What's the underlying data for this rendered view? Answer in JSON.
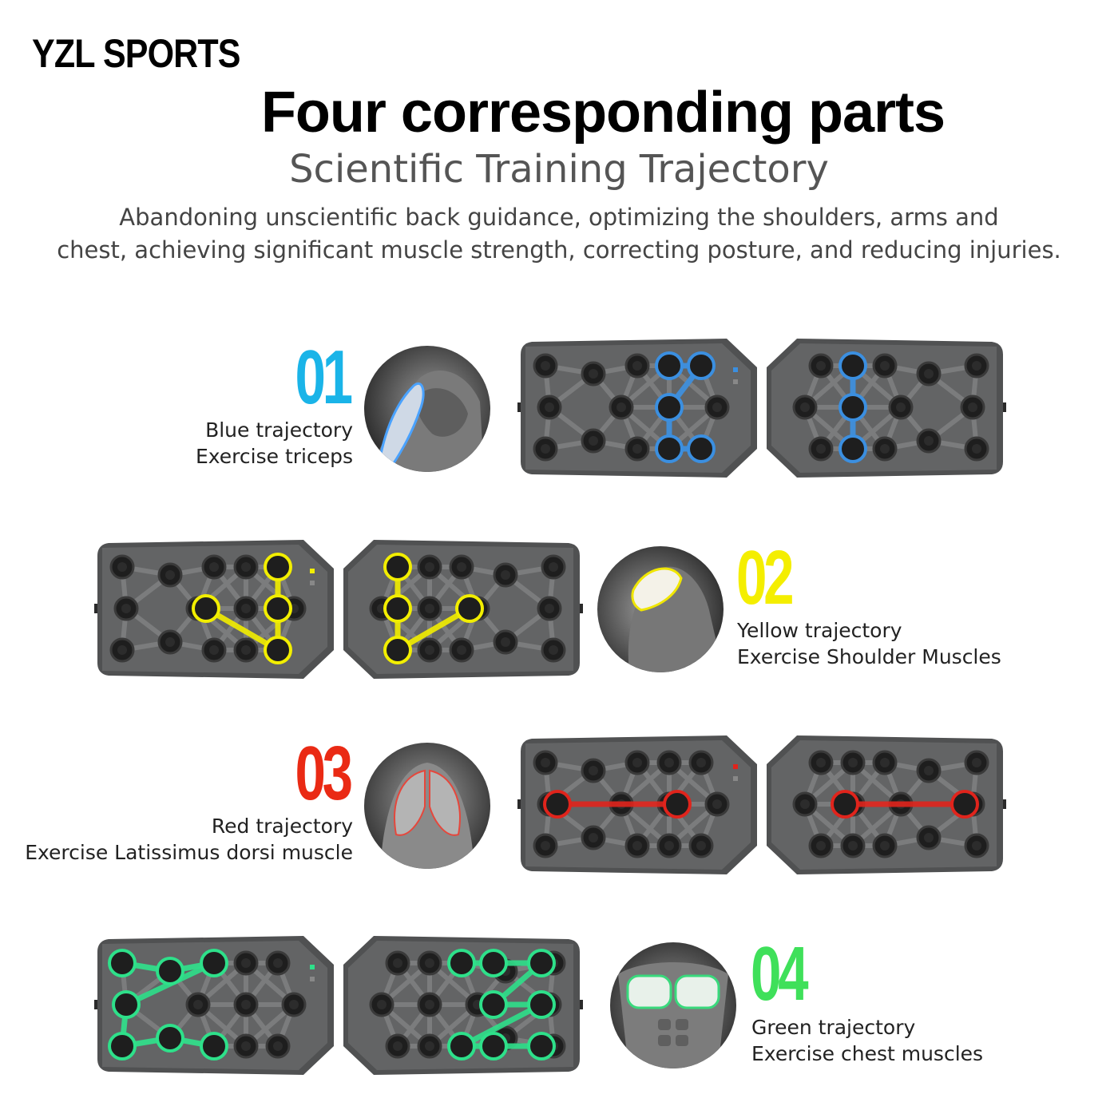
{
  "brand": "YZL SPORTS",
  "headline": "Four corresponding parts",
  "subtitle": "Scientific Training Trajectory",
  "description": {
    "line1": "Abandoning unscientific back guidance, optimizing the shoulders, arms and",
    "line2": "chest, achieving significant muscle strength, correcting posture, and reducing injuries."
  },
  "colors": {
    "blue": "#3b8fe0",
    "yellow": "#f2ee00",
    "red": "#e0241c",
    "green": "#2ee08a",
    "board": "#505152"
  },
  "sections": [
    {
      "number": "01",
      "color": "#1ab4e8",
      "line1": "Blue trajectory",
      "line2": "Exercise triceps",
      "icon": "triceps-muscle-icon"
    },
    {
      "number": "02",
      "color": "#f4ee00",
      "line1": "Yellow trajectory",
      "line2": "Exercise Shoulder Muscles",
      "icon": "shoulder-muscle-icon"
    },
    {
      "number": "03",
      "color": "#ea2a14",
      "line1": "Red trajectory",
      "line2": "Exercise Latissimus dorsi muscle",
      "icon": "back-muscle-icon"
    },
    {
      "number": "04",
      "color": "#3fe05a",
      "line1": "Green trajectory",
      "line2": "Exercise chest muscles",
      "icon": "chest-muscle-icon"
    }
  ]
}
